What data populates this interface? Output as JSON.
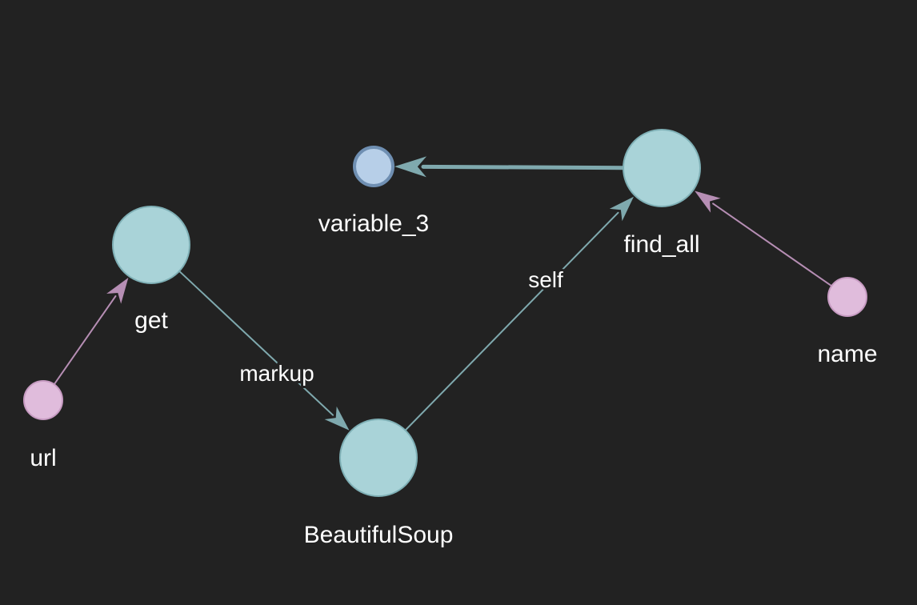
{
  "colors": {
    "background": "#222222",
    "function_node_fill": "#a9d3d8",
    "function_node_stroke": "#7fb0b6",
    "input_node_fill": "#e0bcdc",
    "input_node_stroke": "#c79bc2",
    "variable_node_fill": "#b7cfe8",
    "variable_node_stroke": "#6f8fb2",
    "input_edge": "#b68eb4",
    "flow_edge": "#7fa9ae",
    "label": "#ffffff"
  },
  "nodes": [
    {
      "id": "get",
      "label": "get",
      "kind": "function"
    },
    {
      "id": "BeautifulSoup",
      "label": "BeautifulSoup",
      "kind": "function"
    },
    {
      "id": "find_all",
      "label": "find_all",
      "kind": "function"
    },
    {
      "id": "variable_3",
      "label": "variable_3",
      "kind": "variable"
    },
    {
      "id": "url",
      "label": "url",
      "kind": "input"
    },
    {
      "id": "name",
      "label": "name",
      "kind": "input"
    }
  ],
  "edges": [
    {
      "from": "url",
      "to": "get",
      "label": "",
      "kind": "input"
    },
    {
      "from": "get",
      "to": "BeautifulSoup",
      "label": "markup",
      "kind": "flow"
    },
    {
      "from": "BeautifulSoup",
      "to": "find_all",
      "label": "self",
      "kind": "flow"
    },
    {
      "from": "name",
      "to": "find_all",
      "label": "",
      "kind": "input"
    },
    {
      "from": "find_all",
      "to": "variable_3",
      "label": "",
      "kind": "flow"
    }
  ]
}
